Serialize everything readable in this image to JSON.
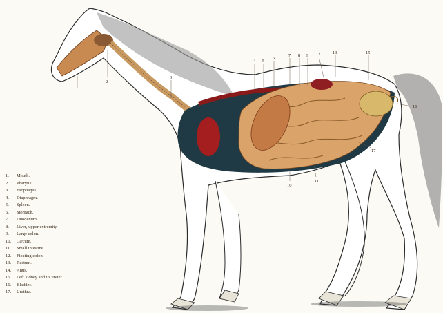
{
  "legend": [
    {
      "number": "1.",
      "label": "Mouth."
    },
    {
      "number": "2.",
      "label": "Pharynx."
    },
    {
      "number": "3.",
      "label": "Esophagus."
    },
    {
      "number": "4.",
      "label": "Diaphragm."
    },
    {
      "number": "5.",
      "label": "Spleen."
    },
    {
      "number": "6.",
      "label": "Stomach."
    },
    {
      "number": "7.",
      "label": "Duodenum."
    },
    {
      "number": "8.",
      "label": "Liver, upper extremity."
    },
    {
      "number": "9.",
      "label": "Large colon."
    },
    {
      "number": "10.",
      "label": "Cæcum."
    },
    {
      "number": "11.",
      "label": "Small intestine."
    },
    {
      "number": "12.",
      "label": "Floating colon."
    },
    {
      "number": "13.",
      "label": "Rectum."
    },
    {
      "number": "14.",
      "label": "Anus."
    },
    {
      "number": "15.",
      "label": "Left kidney and its ureter."
    },
    {
      "number": "16.",
      "label": "Bladder."
    },
    {
      "number": "17.",
      "label": "Urethra."
    }
  ],
  "callouts": [
    "1",
    "2",
    "3",
    "4",
    "5",
    "6",
    "7",
    "8",
    "9",
    "12",
    "13",
    "15",
    "16",
    "17",
    "10",
    "11"
  ],
  "colors": {
    "background": "#fbfaf4",
    "outline": "#2a2a2a",
    "cavity": "#1f3a44",
    "intestine": "#d9a36a",
    "organ_red": "#a41d1f",
    "esophagus": "#c89a62",
    "mane": "#8a8a8a"
  }
}
